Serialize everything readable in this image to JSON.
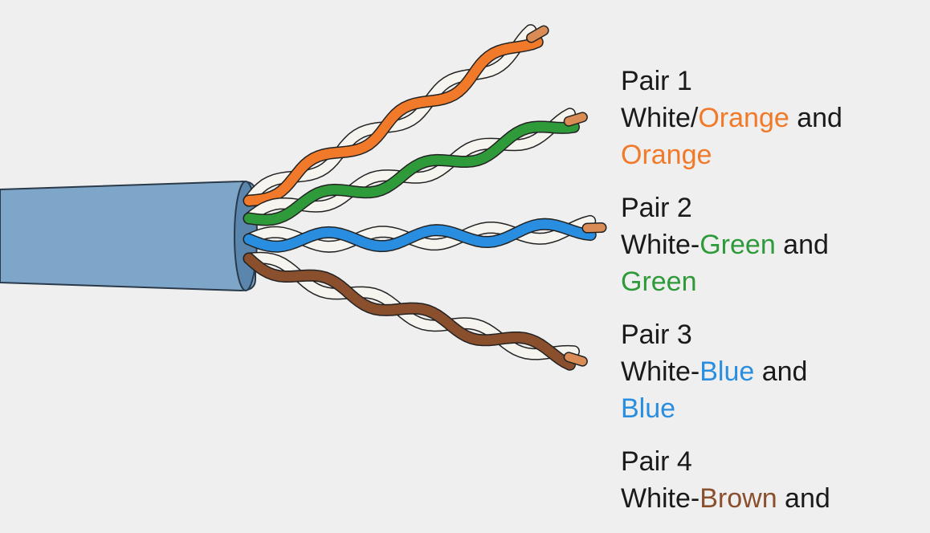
{
  "colors": {
    "jacket": "#7ea6c9",
    "jacket_dark": "#5a86ad",
    "orange": "#f07a2a",
    "green": "#2f9a3a",
    "blue": "#2a8ee0",
    "brown": "#8a4f2c",
    "white_wire": "#f6f4ee",
    "copper": "#d98c55",
    "text": "#1a1a1a"
  },
  "pairs": [
    {
      "title": "Pair 1",
      "line1": {
        "prefix": "White/",
        "color_word": "Orange",
        "suffix": " and"
      },
      "line2": {
        "color_word": "Orange"
      },
      "color": "orange"
    },
    {
      "title": "Pair 2",
      "line1": {
        "prefix": "White-",
        "color_word": "Green",
        "suffix": " and"
      },
      "line2": {
        "color_word": "Green"
      },
      "color": "green"
    },
    {
      "title": "Pair 3",
      "line1": {
        "prefix": "White-",
        "color_word": "Blue",
        "suffix": " and"
      },
      "line2": {
        "color_word": "Blue"
      },
      "color": "blue"
    },
    {
      "title": "Pair 4",
      "line1": {
        "prefix": "White-",
        "color_word": "Brown",
        "suffix": " and"
      },
      "line2": {
        "color_word": ""
      },
      "color": "brown"
    }
  ]
}
